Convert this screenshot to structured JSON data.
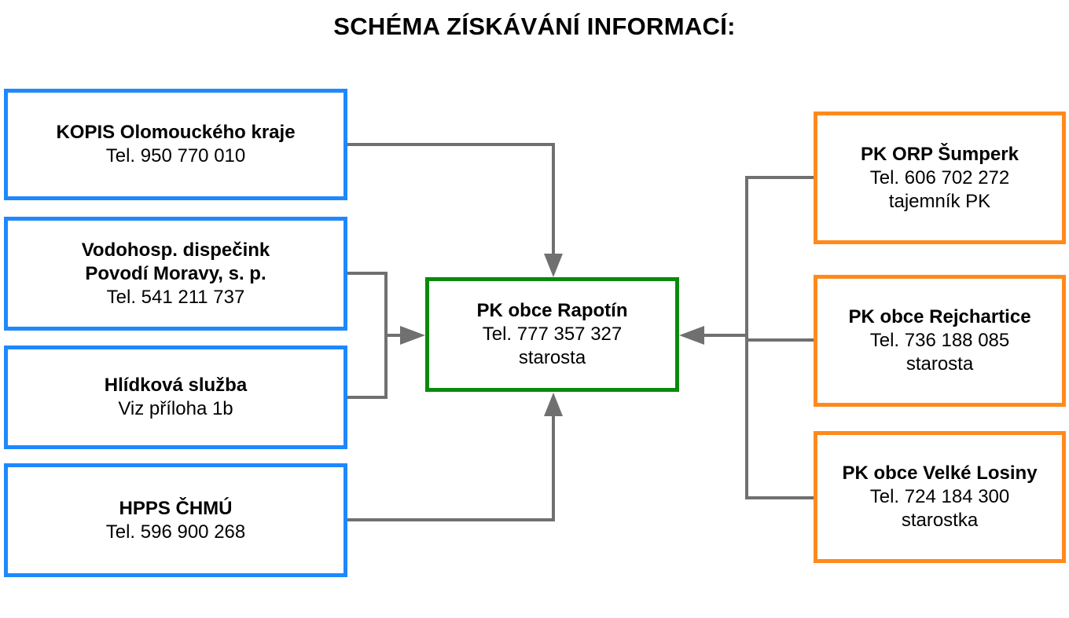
{
  "title": "SCHÉMA ZÍSKÁVÁNÍ INFORMACÍ:",
  "colors": {
    "source_border": "#1E88FF",
    "peer_border": "#FF8A1C",
    "center_border": "#0A8A0A",
    "connector": "#707070"
  },
  "left_boxes": {
    "kopis": {
      "name": "KOPIS Olomouckého kraje",
      "line1": "Tel. 950 770 010"
    },
    "vodo": {
      "name1": "Vodohosp. dispečink",
      "name2": "Povodí Moravy, s. p.",
      "line1": "Tel. 541 211 737"
    },
    "hlidka": {
      "name": "Hlídková služba",
      "line1": "Viz příloha 1b"
    },
    "hpps": {
      "name": "HPPS ČHMÚ",
      "line1": "Tel. 596 900 268"
    }
  },
  "center_box": {
    "name": "PK obce Rapotín",
    "line1": "Tel. 777 357 327",
    "line2": "starosta"
  },
  "right_boxes": {
    "orp": {
      "name": "PK ORP Šumperk",
      "line1": "Tel.  606 702 272",
      "line2": "tajemník PK"
    },
    "rejch": {
      "name": "PK obce Rejchartice",
      "line1": "Tel. 736 188 085",
      "line2": "starosta"
    },
    "losiny": {
      "name": "PK obce Velké Losiny",
      "line1": "Tel. 724 184 300",
      "line2": "starostka"
    }
  }
}
